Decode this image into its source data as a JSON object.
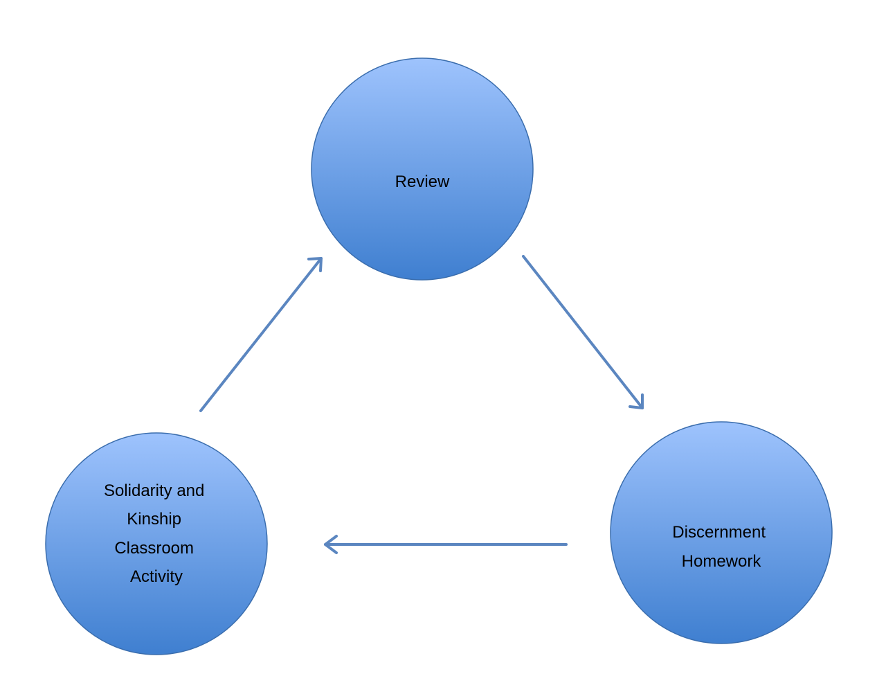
{
  "colors": {
    "circle_fill_top": "#9ec3fd",
    "circle_fill_bottom": "#3f7fd0",
    "circle_stroke": "#3a6dad",
    "arrow": "#5b86c0",
    "text": "#000000"
  },
  "nodes": {
    "review": {
      "lines": [
        "Review"
      ]
    },
    "discernment": {
      "lines": [
        "Discernment",
        "Homework"
      ]
    },
    "solidarity": {
      "lines": [
        "Solidarity and",
        "Kinship",
        "Classroom",
        "Activity"
      ]
    }
  },
  "edges": [
    {
      "from": "review",
      "to": "discernment"
    },
    {
      "from": "discernment",
      "to": "solidarity"
    },
    {
      "from": "solidarity",
      "to": "review"
    }
  ]
}
